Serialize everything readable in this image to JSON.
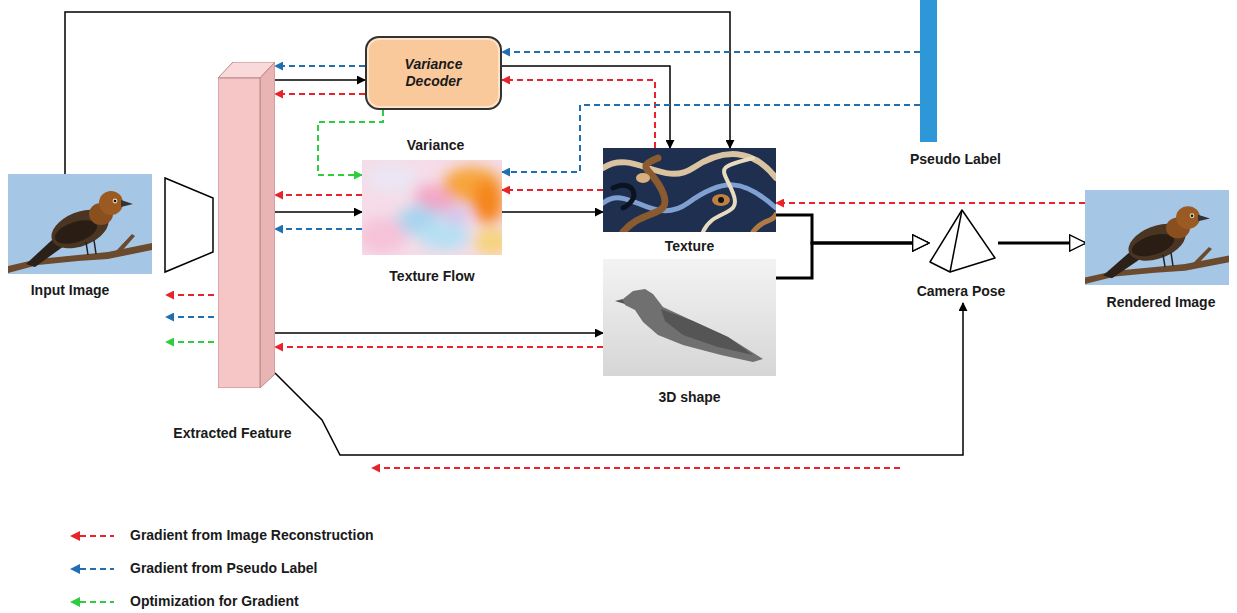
{
  "diagram": {
    "nodes": [
      {
        "text": [
          "Input Image"
        ]
      },
      {
        "text": [
          "Extracted Feature"
        ]
      },
      {
        "text": [
          "Variance Decoder",
          "Variance"
        ]
      },
      {
        "text": [
          "Texture Flow"
        ]
      },
      {
        "text": [
          "Texture"
        ]
      },
      {
        "text": [
          "3D shape"
        ]
      },
      {
        "text": [
          "Camera Pose"
        ]
      },
      {
        "text": [
          "Rendered Image"
        ]
      },
      {
        "text": [
          "Pseudo Label"
        ]
      }
    ],
    "edges": [
      {
        "from": 0,
        "to": 4,
        "arrow": "to"
      },
      {
        "from": 1,
        "to": 2,
        "arrow": "to"
      },
      {
        "from": 1,
        "to": 3,
        "arrow": "to"
      },
      {
        "from": 1,
        "to": 5,
        "arrow": "to"
      },
      {
        "from": 1,
        "to": 6,
        "arrow": "to"
      },
      {
        "from": 2,
        "to": 4,
        "arrow": "to"
      },
      {
        "from": 3,
        "to": 4,
        "arrow": "to"
      },
      {
        "from": 4,
        "to": 6,
        "arrow": "to"
      },
      {
        "from": 5,
        "to": 6,
        "arrow": "to"
      },
      {
        "from": 6,
        "to": 7,
        "arrow": "to"
      },
      {
        "from": 2,
        "to": 1,
        "arrow": "to"
      },
      {
        "from": 2,
        "to": 1,
        "arrow": "to"
      },
      {
        "from": 3,
        "to": 1,
        "arrow": "to"
      },
      {
        "from": 3,
        "to": 1,
        "arrow": "to"
      },
      {
        "from": 5,
        "to": 1,
        "arrow": "to"
      },
      {
        "from": 4,
        "to": 3,
        "arrow": "to"
      },
      {
        "from": 4,
        "to": 2,
        "arrow": "to"
      },
      {
        "from": 7,
        "to": 4,
        "arrow": "to"
      },
      {
        "from": 8,
        "to": 2,
        "arrow": "to"
      },
      {
        "from": 8,
        "to": 3,
        "arrow": "to"
      },
      {
        "from": 2,
        "to": 3,
        "arrow": "to"
      }
    ],
    "legend": [
      {
        "text": "Gradient from Image Reconstruction"
      },
      {
        "text": "Gradient from Pseudo Label"
      },
      {
        "text": "Optimization for Gradient"
      }
    ]
  }
}
